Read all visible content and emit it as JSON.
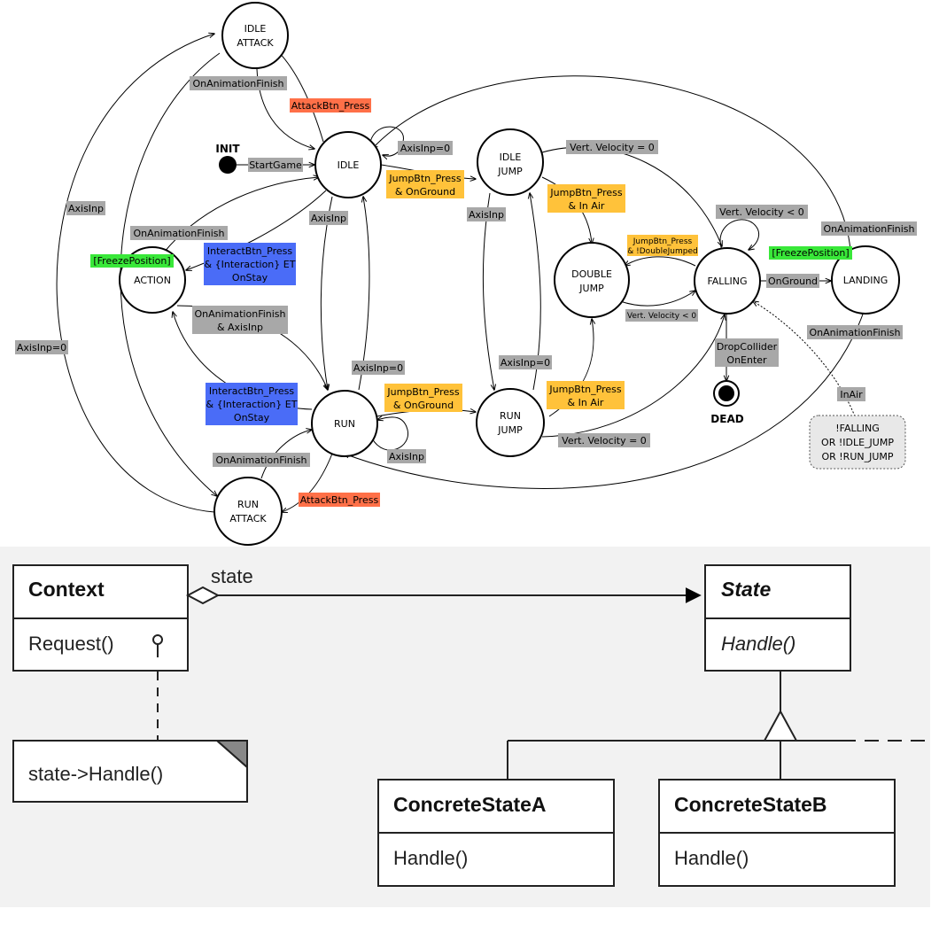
{
  "state_machine": {
    "colors": {
      "gray": "#a8a8a8",
      "orange": "#ff7048",
      "yellow": "#ffc23a",
      "blue": "#4a6cf7",
      "green": "#39e839"
    },
    "states": {
      "idle_attack": [
        "IDLE",
        "ATTACK"
      ],
      "idle": "IDLE",
      "action": "ACTION",
      "run": "RUN",
      "run_attack": [
        "RUN",
        "ATTACK"
      ],
      "idle_jump": [
        "IDLE",
        "JUMP"
      ],
      "run_jump": [
        "RUN",
        "JUMP"
      ],
      "double_jump": [
        "DOUBLE",
        "JUMP"
      ],
      "falling": "FALLING",
      "landing": "LANDING"
    },
    "init_label": "INIT",
    "dead_label": "DEAD",
    "labels": {
      "on_anim_finish_top": "OnAnimationFinish",
      "attack_press_top": "AttackBtn_Press",
      "start_game": "StartGame",
      "axis_inp_zero_idle": "AxisInp=0",
      "axis_inp_left": "AxisInp",
      "axis_inp_zero_left": "AxisInp=0",
      "on_anim_finish_action": "OnAnimationFinish",
      "freeze_pos_action": "[FreezePosition]",
      "interact_idle": [
        "InteractBtn_Press",
        "& {Interaction} ET",
        "OnStay"
      ],
      "axis_inp_idle_run": "AxisInp",
      "on_anim_finish_axis": [
        "OnAnimationFinish",
        "& AxisInp"
      ],
      "axis_inp_zero_run": "AxisInp=0",
      "interact_run": [
        "InteractBtn_Press",
        "& {Interaction} ET",
        "OnStay"
      ],
      "axis_inp_run_self": "AxisInp",
      "on_anim_finish_run": "OnAnimationFinish",
      "attack_press_run": "AttackBtn_Press",
      "jump_ground_idle": [
        "JumpBtn_Press",
        "& OnGround"
      ],
      "axis_inp_jump": "AxisInp",
      "axis_inp_zero_jump": "AxisInp=0",
      "jump_ground_run": [
        "JumpBtn_Press",
        "& OnGround"
      ],
      "vert_vel_zero_top": "Vert. Velocity = 0",
      "jump_air_top": [
        "JumpBtn_Press",
        "& In Air"
      ],
      "jump_air_bottom": [
        "JumpBtn_Press",
        "& In Air"
      ],
      "vert_vel_zero_bottom": "Vert. Velocity = 0",
      "jump_not_double": [
        "JumpBtn_Press",
        "& !DoubleJumped"
      ],
      "vert_vel_neg_small": "Vert. Velocity < 0",
      "vert_vel_neg_self": "Vert. Velocity < 0",
      "on_ground": "OnGround",
      "freeze_pos_landing": "[FreezePosition]",
      "on_anim_finish_landing_top": "OnAnimationFinish",
      "on_anim_finish_landing_bottom": "OnAnimationFinish",
      "drop_collider": [
        "DropCollider",
        "OnEnter"
      ],
      "in_air": "InAir",
      "note": [
        "!FALLING",
        "OR !IDLE_JUMP",
        "OR !RUN_JUMP"
      ]
    }
  },
  "uml": {
    "context": {
      "name": "Context",
      "operation": "Request()"
    },
    "association_label": "state",
    "note": "state->Handle()",
    "state": {
      "name": "State",
      "operation": "Handle()"
    },
    "concrete_a": {
      "name": "ConcreteStateA",
      "operation": "Handle()"
    },
    "concrete_b": {
      "name": "ConcreteStateB",
      "operation": "Handle()"
    }
  }
}
